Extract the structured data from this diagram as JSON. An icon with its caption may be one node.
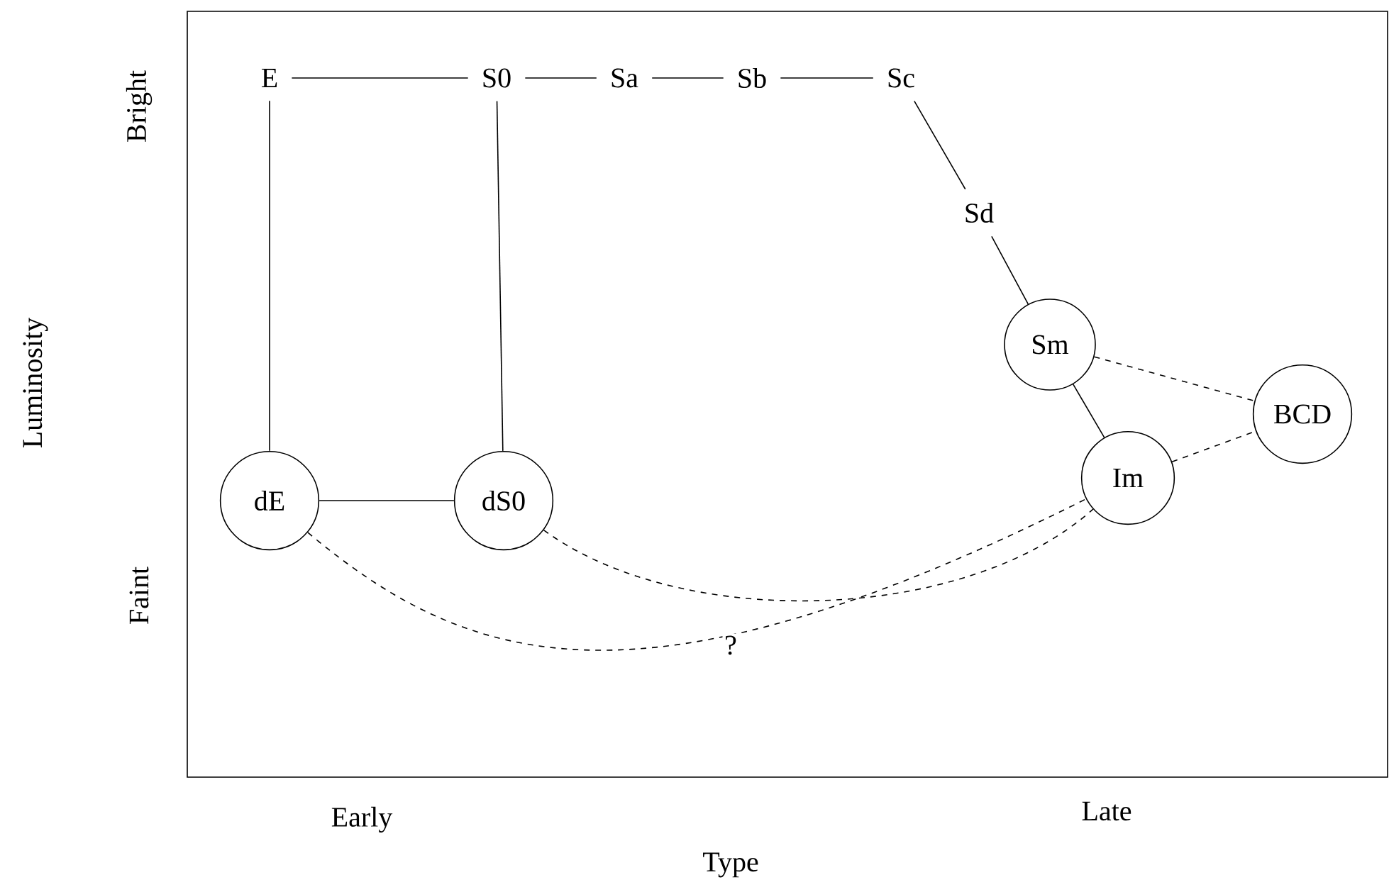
{
  "diagram": {
    "nodes": [
      {
        "text": [
          "E"
        ]
      },
      {
        "text": [
          "S0"
        ]
      },
      {
        "text": [
          "Sa"
        ]
      },
      {
        "text": [
          "Sb"
        ]
      },
      {
        "text": [
          "Sc"
        ]
      },
      {
        "text": [
          "Sd"
        ]
      },
      {
        "text": [
          "Sm"
        ]
      },
      {
        "text": [
          "BCD"
        ]
      },
      {
        "text": [
          "dE"
        ]
      },
      {
        "text": [
          "dS0"
        ]
      },
      {
        "text": [
          "Im"
        ]
      }
    ],
    "edges": [
      {
        "from": 0,
        "to": 1,
        "arrow": "none"
      },
      {
        "from": 1,
        "to": 2,
        "arrow": "none"
      },
      {
        "from": 2,
        "to": 3,
        "arrow": "none"
      },
      {
        "from": 3,
        "to": 4,
        "arrow": "none"
      },
      {
        "from": 4,
        "to": 5,
        "arrow": "none"
      },
      {
        "from": 5,
        "to": 6,
        "arrow": "none"
      },
      {
        "from": 6,
        "to": 10,
        "arrow": "none"
      },
      {
        "from": 6,
        "to": 7,
        "arrow": "none",
        "style": "dashed"
      },
      {
        "from": 10,
        "to": 7,
        "arrow": "none",
        "style": "dashed"
      },
      {
        "from": 0,
        "to": 8,
        "arrow": "none"
      },
      {
        "from": 1,
        "to": 9,
        "arrow": "none"
      },
      {
        "from": 8,
        "to": 9,
        "arrow": "none"
      },
      {
        "from": 9,
        "to": 10,
        "arrow": "none",
        "style": "dashed"
      },
      {
        "from": 8,
        "to": 10,
        "arrow": "none",
        "style": "dashed",
        "label": "?"
      }
    ],
    "labels": [
      "Bright",
      "Luminosity",
      "Faint",
      "Early",
      "Late",
      "Type"
    ]
  }
}
